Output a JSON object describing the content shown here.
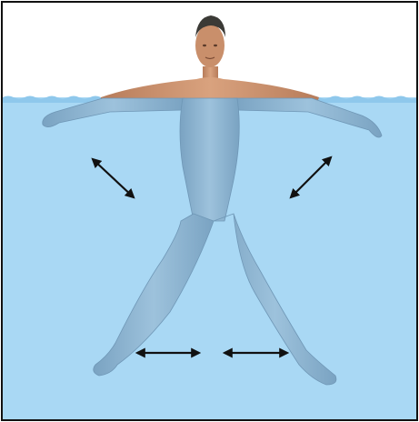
{
  "figure": {
    "subject": "person-standing-in-water-star-pose",
    "movement": "spread-arms-and-legs-apart-and-together"
  },
  "colors": {
    "border": "#111111",
    "air": "#ffffff",
    "water": "#a9d8f4",
    "water_surface": "#8fc8ec",
    "body_underwater": "#8fb6d2",
    "skin": "#c98f6b",
    "hair": "#3b3a36",
    "arrow": "#111111"
  },
  "icons": {
    "motion_arrows": [
      "arrow-double-diagonal-left",
      "arrow-double-diagonal-right",
      "arrow-double-horizontal-left-foot",
      "arrow-double-horizontal-right-foot"
    ]
  }
}
